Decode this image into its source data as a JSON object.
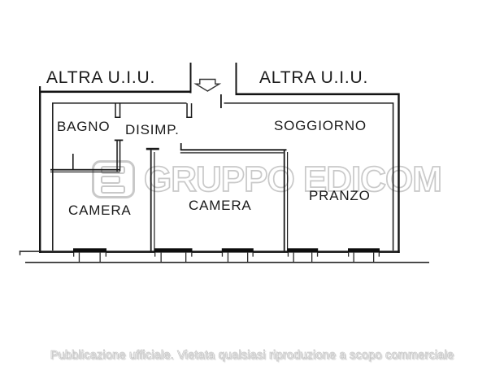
{
  "plan": {
    "line_color": "#1a1a1a",
    "labels": {
      "altra_left": "ALTRA U.I.U.",
      "altra_right": "ALTRA U.I.U.",
      "bagno": "BAGNO",
      "disimp": "DISIMP.",
      "soggiorno": "SOGGIORNO",
      "camera_left": "CAMERA",
      "camera_right": "CAMERA",
      "pranzo": "PRANZO"
    }
  },
  "watermark": {
    "logo_letter": "E",
    "text": "GRUPPO EDICOM",
    "color": "#c9c9c9"
  },
  "footer": {
    "text": "Pubblicazione ufficiale. Vietata qualsiasi riproduzione a scopo commerciale"
  }
}
